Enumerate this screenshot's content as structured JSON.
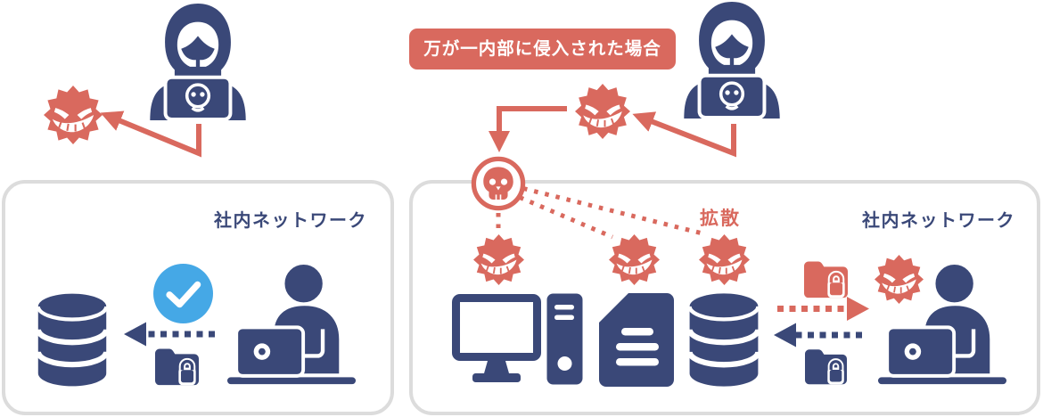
{
  "colors": {
    "navy": "#3a4878",
    "red": "#d9695e",
    "blue": "#45a8e6",
    "box_border": "#dcdcdc",
    "box_bg": "#ffffff",
    "page_bg": "#ffffff"
  },
  "callout": {
    "label": "万が一内部に侵入された場合"
  },
  "left_network": {
    "title": "社内ネットワーク",
    "icons": [
      "hacker-icon",
      "malware-icon",
      "database-icon",
      "checkmark-icon",
      "folder-lock-icon",
      "user-laptop-icon",
      "dotted-arrow-left"
    ]
  },
  "right_network": {
    "title": "社内ネットワーク",
    "spread_label": "拡散",
    "icons": [
      "hacker-icon",
      "malware-icon",
      "skull-icon",
      "malware-icon",
      "malware-icon",
      "malware-icon",
      "desktop-pc-icon",
      "pc-tower-icon",
      "document-icon",
      "database-icon",
      "red-folder-lock-icon",
      "folder-lock-icon",
      "malware-icon",
      "user-laptop-icon",
      "dotted-arrow-right",
      "dotted-arrow-left"
    ]
  }
}
